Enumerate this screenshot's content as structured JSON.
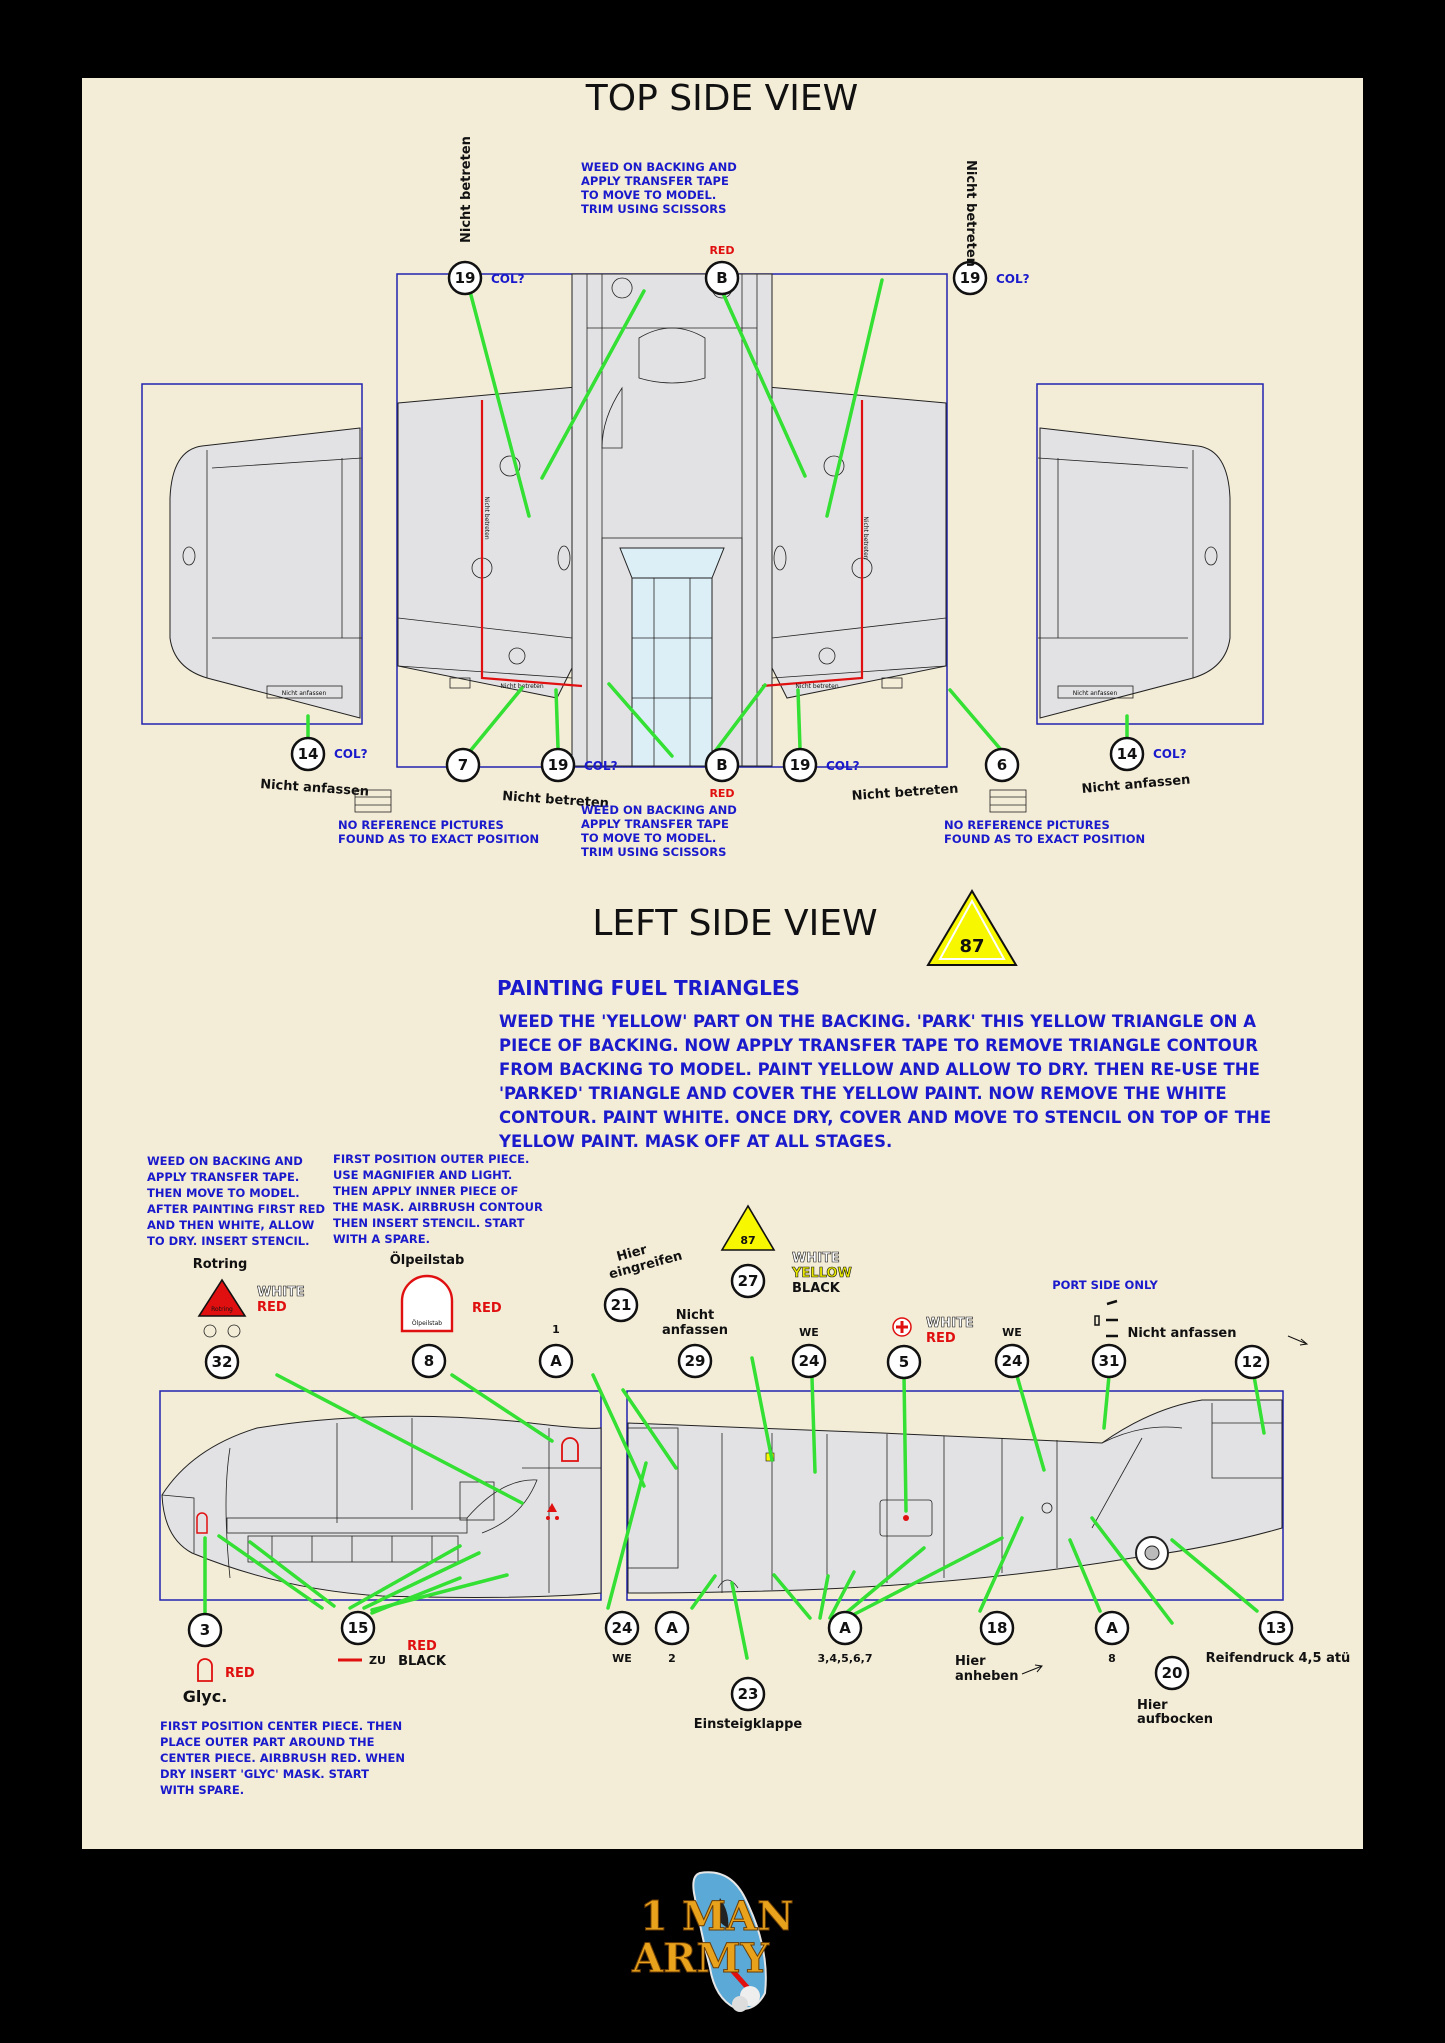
{
  "titles": {
    "top": "TOP SIDE VIEW",
    "left": "LEFT SIDE VIEW"
  },
  "notes": {
    "weed_tape": [
      "WEED ON BACKING AND",
      "APPLY TRANSFER TAPE",
      "TO MOVE TO MODEL.",
      "TRIM USING SCISSORS"
    ],
    "no_ref": [
      "NO REFERENCE PICTURES",
      "FOUND AS TO EXACT POSITION"
    ],
    "weed_white": [
      "WEED ON BACKING AND",
      "APPLY TRANSFER TAPE.",
      "THEN MOVE TO MODEL.",
      "AFTER PAINTING FIRST RED",
      "AND THEN WHITE, ALLOW",
      "TO DRY. INSERT STENCIL."
    ],
    "first_outer": [
      "FIRST POSITION OUTER PIECE.",
      "USE MAGNIFIER AND LIGHT.",
      "THEN APPLY INNER PIECE OF",
      "THE MASK. AIRBRUSH CONTOUR",
      "THEN INSERT STENCIL. START",
      "WITH A SPARE."
    ],
    "first_center": [
      "FIRST POSITION CENTER PIECE. THEN",
      "PLACE OUTER PART AROUND THE",
      "CENTER PIECE. AIRBRUSH RED. WHEN",
      "DRY INSERT 'GLYC' MASK. START",
      "WITH SPARE."
    ],
    "port_side": "PORT SIDE ONLY"
  },
  "painting": {
    "title": "PAINTING FUEL TRIANGLES",
    "triangle": "87",
    "body": [
      "WEED THE 'YELLOW' PART ON THE BACKING. 'PARK' THIS YELLOW TRIANGLE ON A",
      "PIECE OF BACKING. NOW APPLY TRANSFER TAPE TO REMOVE TRIANGLE CONTOUR",
      "FROM BACKING TO MODEL. PAINT YELLOW AND ALLOW TO DRY. THEN RE-USE THE",
      "'PARKED' TRIANGLE AND COVER THE YELLOW PAINT. NOW REMOVE THE WHITE",
      "CONTOUR. PAINT WHITE. ONCE DRY, COVER AND MOVE TO STENCIL ON TOP OF THE",
      "YELLOW PAINT. MASK OFF AT ALL STAGES."
    ]
  },
  "labels": {
    "nicht_betreten": "Nicht betreten",
    "nicht_anfassen": "Nicht anfassen",
    "col": "COL?",
    "red": "RED",
    "white": "WHITE",
    "yellow": "YELLOW",
    "black": "BLACK",
    "rotring": "Rotring",
    "olpeilstab": "Ölpeilstab",
    "hier_eingreifen": [
      "Hier",
      "eingreifen"
    ],
    "nicht_anfassen2": [
      "Nicht",
      "anfassen"
    ],
    "we": "WE",
    "one": "1",
    "zu": "ZU",
    "glyc": "Glyc.",
    "a2": "2",
    "a3467": "3,4,5,6,7",
    "a8": "8",
    "einsteigklappe": "Einsteigklappe",
    "hier_anheben": [
      "Hier",
      "anheben"
    ],
    "hier_aufbocken": [
      "Hier",
      "aufbocken"
    ],
    "reifendruck": "Reifendruck 4,5 atü",
    "small_nicht_betreten": "Nicht betreten",
    "small_nicht_anfassen": "Nicht anfassen",
    "small_rotring": "Rotring",
    "small_olpeilstab": "Ölpeilstab"
  },
  "callouts": {
    "c19": "19",
    "cB": "B",
    "c14": "14",
    "c7": "7",
    "c6": "6",
    "c32": "32",
    "c8": "8",
    "cA": "A",
    "c21": "21",
    "c27": "27",
    "c29": "29",
    "c24": "24",
    "c5": "5",
    "c31": "31",
    "c12": "12",
    "c3": "3",
    "c15": "15",
    "c23": "23",
    "c18": "18",
    "c20": "20",
    "c13": "13"
  },
  "logo": {
    "line1": "1 MAN",
    "line2": "ARMY"
  },
  "colors": {
    "green": "#33e033",
    "blue": "#1a1acc",
    "red": "#e01010",
    "yellow": "#f7f700",
    "paper": "#f3ecd6"
  }
}
